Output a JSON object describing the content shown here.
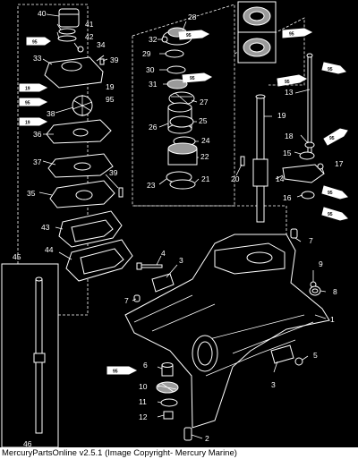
{
  "footer": {
    "caption": "MercuryPartsOnline v2.5.1 (Image Copyright- Mercury Marine)"
  },
  "callouts": [
    "40",
    "41",
    "42",
    "34",
    "33",
    "39",
    "19",
    "95",
    "38",
    "36",
    "37",
    "39",
    "35",
    "43",
    "44",
    "45",
    "28",
    "32",
    "29",
    "30",
    "31",
    "27",
    "26",
    "25",
    "24",
    "22",
    "23",
    "21",
    "13",
    "19",
    "18",
    "15",
    "17",
    "14",
    "20",
    "16",
    "7",
    "4",
    "3",
    "9",
    "7",
    "8",
    "1",
    "6",
    "10",
    "11",
    "12",
    "5",
    "3",
    "2",
    "46"
  ],
  "tubes": [
    "95",
    "95",
    "19",
    "95",
    "19",
    "95",
    "95",
    "95",
    "95",
    "95",
    "95",
    "95",
    "95"
  ]
}
